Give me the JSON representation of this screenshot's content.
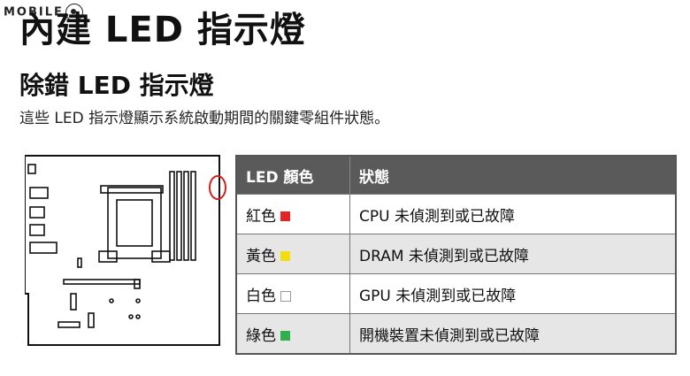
{
  "watermark": "MOBILE",
  "title": "內建 LED 指示燈",
  "section_title": "除錯 LED 指示燈",
  "description": "這些 LED 指示燈顯示系統啟動期間的關鍵零組件狀態。",
  "table": {
    "headers": [
      "LED 顏色",
      "狀態"
    ],
    "rows": [
      {
        "color_label": "紅色",
        "swatch": "#e32424",
        "status": "CPU 未偵測到或已故障"
      },
      {
        "color_label": "黃色",
        "swatch": "#f2dd12",
        "status": "DRAM 未偵測到或已故障"
      },
      {
        "color_label": "白色",
        "swatch": "#ffffff",
        "status": "GPU 未偵測到或已故障"
      },
      {
        "color_label": "綠色",
        "swatch": "#2fb04a",
        "status": "開機裝置未偵測到或已故障"
      }
    ]
  },
  "colors": {
    "header_bg": "#5a5a5a",
    "highlight_ring": "#d42020",
    "alt_row": "#e6e6e6"
  }
}
